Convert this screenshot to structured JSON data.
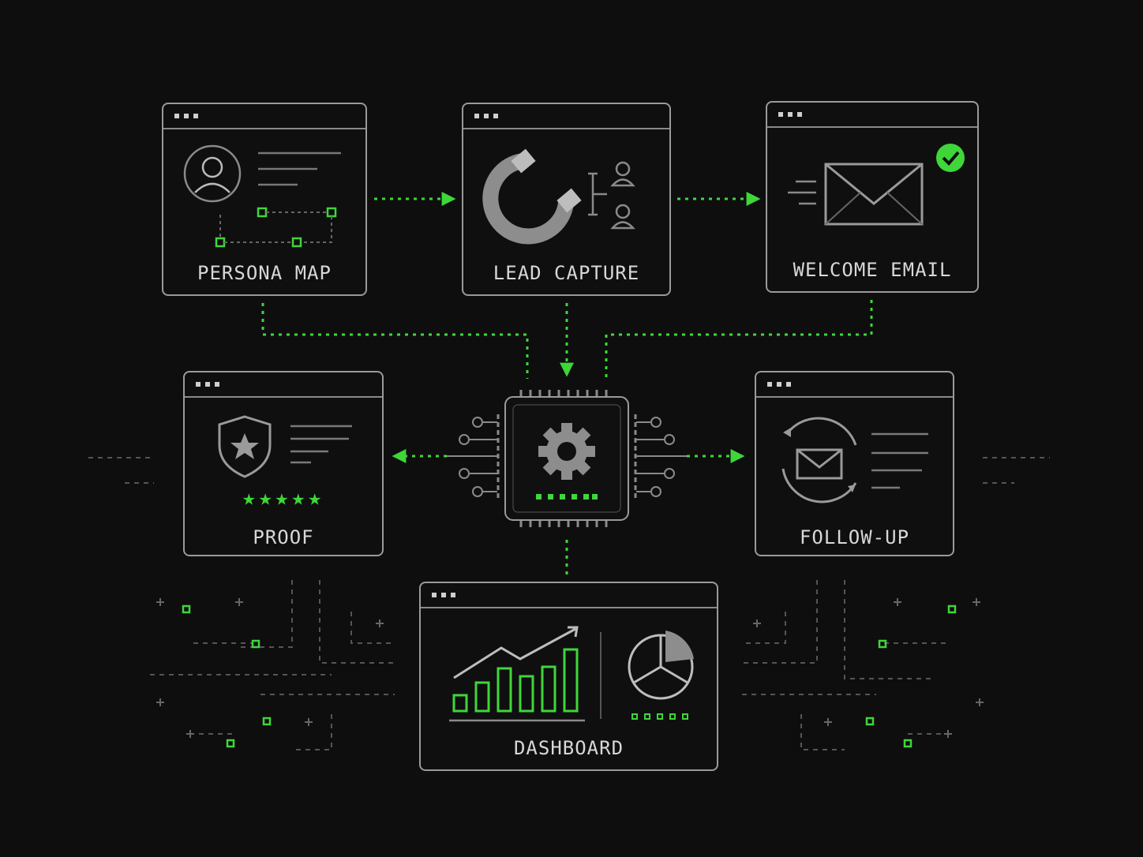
{
  "diagram": {
    "nodes": {
      "persona": {
        "label": "PERSONA MAP",
        "icon": "persona-icon"
      },
      "lead": {
        "label": "LEAD CAPTURE",
        "icon": "magnet-icon"
      },
      "email": {
        "label": "WELCOME EMAIL",
        "icon": "envelope-icon"
      },
      "proof": {
        "label": "PROOF",
        "icon": "shield-star-icon",
        "stars": "★★★★★"
      },
      "follow": {
        "label": "FOLLOW-UP",
        "icon": "refresh-envelope-icon"
      },
      "dash": {
        "label": "DASHBOARD",
        "icon": "bar-chart-icon"
      },
      "hub": {
        "icon": "gear-icon"
      }
    },
    "edges": [
      {
        "from": "persona",
        "to": "lead"
      },
      {
        "from": "lead",
        "to": "email"
      },
      {
        "from": "persona",
        "to": "hub"
      },
      {
        "from": "lead",
        "to": "hub"
      },
      {
        "from": "email",
        "to": "hub"
      },
      {
        "from": "hub",
        "to": "proof"
      },
      {
        "from": "hub",
        "to": "follow"
      },
      {
        "from": "hub",
        "to": "dash"
      }
    ]
  },
  "colors": {
    "background": "#0e0e0e",
    "line": "#9a9a9a",
    "accent": "#3fd63a",
    "text": "#d8d8d8"
  }
}
